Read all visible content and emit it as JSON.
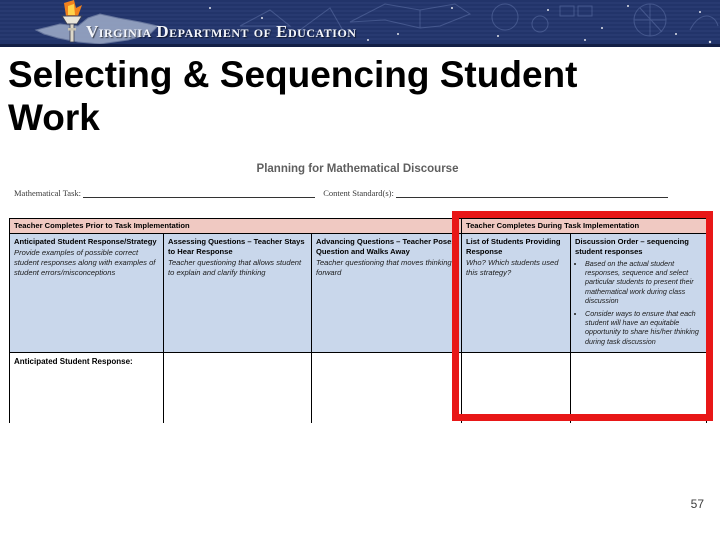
{
  "banner": {
    "org_name": "Virginia Department of Education"
  },
  "slide": {
    "title": "Selecting & Sequencing Student Work",
    "page_number": "57"
  },
  "planning_table": {
    "title": "Planning for Mathematical Discourse",
    "task_label": "Mathematical Task:",
    "standards_label": "Content Standard(s):",
    "header_left": "Teacher Completes Prior to Task Implementation",
    "header_right": "Teacher Completes During Task Implementation",
    "columns": [
      {
        "heading": "Anticipated Student Response/Strategy",
        "description": "Provide examples of possible correct student responses along with examples of student errors/misconceptions"
      },
      {
        "heading": "Assessing Questions – Teacher Stays to Hear Response",
        "description": "Teacher questioning that allows student to explain and clarify thinking"
      },
      {
        "heading": "Advancing Questions – Teacher Poses Question and Walks Away",
        "description": "Teacher questioning that moves thinking forward"
      },
      {
        "heading": "List of Students Providing Response",
        "description": "Who? Which students used this strategy?"
      },
      {
        "heading": "Discussion Order – sequencing student responses",
        "bullets": [
          "Based on the actual student responses, sequence and select particular students to present their mathematical work during class discussion",
          "Consider ways to ensure that each student will have an equitable opportunity to share his/her thinking during task discussion"
        ]
      }
    ],
    "anticipated_response_label": "Anticipated Student Response:"
  },
  "colors": {
    "banner_navy": "#22346a",
    "header_pink": "#f0c9c2",
    "cell_blue": "#c9d7eb",
    "highlight_red": "#e81717",
    "table_title_gray": "#5f5f5f"
  }
}
